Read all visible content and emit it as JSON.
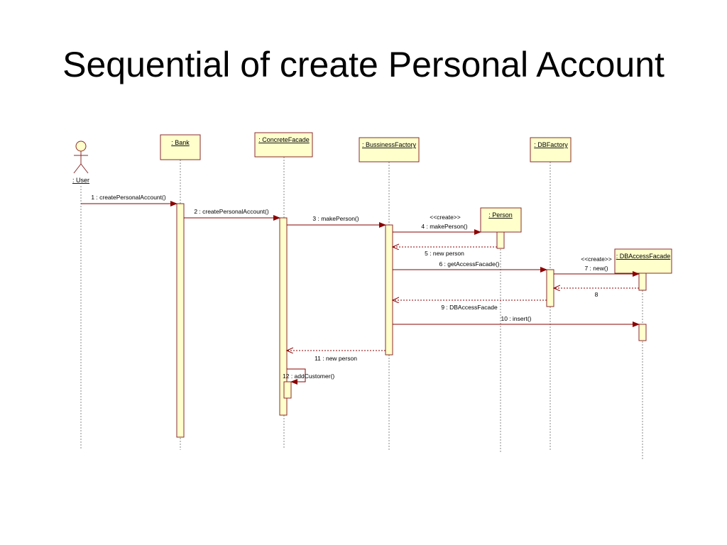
{
  "slide": {
    "title": "Sequential of create Personal Account"
  },
  "actor": {
    "label": ": User"
  },
  "lifelines": [
    {
      "id": "bank",
      "label": ": Bank"
    },
    {
      "id": "facade",
      "label": ": ConcreteFacade"
    },
    {
      "id": "bfactory",
      "label": ": BussinessFactory"
    },
    {
      "id": "dbfactory",
      "label": ": DBFactory"
    },
    {
      "id": "person",
      "label": ": Person"
    },
    {
      "id": "dbaccess",
      "label": ": DBAccessFacade"
    }
  ],
  "stereotypes": [
    {
      "id": "create-person",
      "text": "<<create>>"
    },
    {
      "id": "create-dbaccess",
      "text": "<<create>>"
    }
  ],
  "messages": [
    {
      "id": "m1",
      "text": "1 : createPersonalAccount()"
    },
    {
      "id": "m2",
      "text": "2 : createPersonalAccount()"
    },
    {
      "id": "m3",
      "text": "3 : makePerson()"
    },
    {
      "id": "m4",
      "text": "4 : makePerson()"
    },
    {
      "id": "m5",
      "text": "5 : new person"
    },
    {
      "id": "m6",
      "text": "6 : getAccessFacade()"
    },
    {
      "id": "m7",
      "text": "7 : new()"
    },
    {
      "id": "m8",
      "text": "8"
    },
    {
      "id": "m9",
      "text": "9 : DBAccessFacade"
    },
    {
      "id": "m10",
      "text": "10 : insert()"
    },
    {
      "id": "m11",
      "text": "11 : new person"
    },
    {
      "id": "m12",
      "text": "12 : addCustomer()"
    }
  ],
  "colors": {
    "box_fill": "#ffffcc",
    "box_stroke": "#8b2b2b",
    "arrow": "#8b0000",
    "lifeline": "#888888"
  }
}
